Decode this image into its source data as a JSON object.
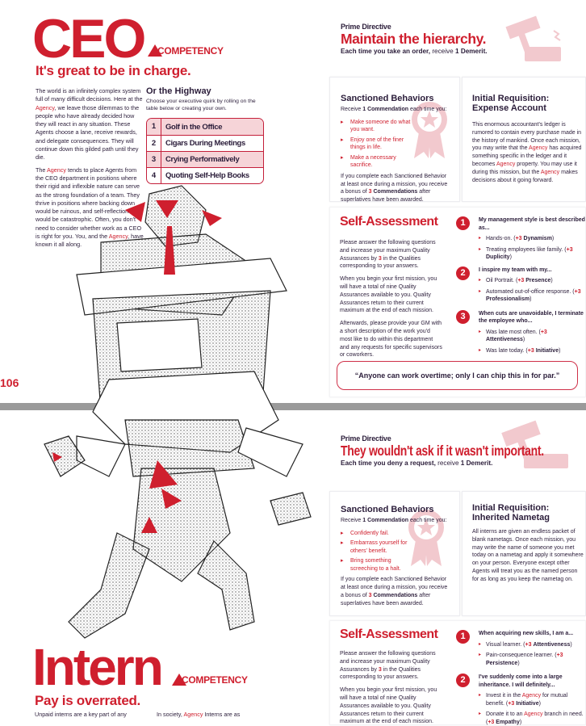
{
  "top_page": {
    "page_number": "106",
    "competency_title": "CEO",
    "competency_label": "COMPETENCY",
    "tagline": "It's great to be in charge.",
    "intro_paragraphs": [
      [
        "The world is an infinitely complex system full of many difficult decisions. Here at the ",
        "Agency",
        ", we leave those dilemmas to the people who have already decided how they will react in any situation. These Agents choose a lane, receive rewards, and delegate consequences. They will continue down this gilded path until they die."
      ],
      [
        "The ",
        "Agency",
        " tends to place Agents from the CEO department in positions where their rigid and inflexible nature can serve as the strong foundation of a team. They thrive in positions where backing down would be ruinous, and self-reflection would be catastrophic. Often, you don't need to consider whether work as a CEO is right for you. You, and the ",
        "Agency",
        ", have known it all along."
      ]
    ],
    "quirk_table": {
      "title": "Or the Highway",
      "description": "Choose your executive quirk by rolling on the table below or creating your own.",
      "rows": [
        {
          "num": "1",
          "text": "Golf in the Office"
        },
        {
          "num": "2",
          "text": "Cigars During Meetings"
        },
        {
          "num": "3",
          "text": "Crying Performatively"
        },
        {
          "num": "4",
          "text": "Quoting Self-Help Books"
        }
      ]
    },
    "prime_directive": {
      "label": "Prime Directive",
      "headline": "Maintain the hierarchy.",
      "sub_a": "Each time you take an order, ",
      "sub_b": "receive ",
      "sub_c": "1 Demerit."
    },
    "sanctioned": {
      "title": "Sanctioned Behaviors",
      "receive_a": "Receive ",
      "receive_b": "1 Commendation",
      "receive_c": " each time you:",
      "items": [
        "Make someone do what you want.",
        "Enjoy one of the finer things in life.",
        "Make a necessary sacrifice."
      ],
      "bonus_a": "If you complete each Sanctioned Behavior at least once during a mission, you receive a bonus of ",
      "bonus_num": "3",
      "bonus_b": " Commendations",
      "bonus_c": " after superlatives have been awarded."
    },
    "requisition": {
      "title_1": "Initial Requisition:",
      "title_2": "Expense Account",
      "text": [
        "This enormous accountant's ledger is rumored to contain every purchase made in the history of mankind. Once each mission, you may write that the ",
        "Agency",
        " has acquired something specific in the ledger and it becomes ",
        "Agency",
        " property. You may use it during this mission, but the ",
        "Agency",
        " makes decisions about it going forward."
      ]
    },
    "self_assessment": {
      "title": "Self-Assessment",
      "p1_a": "Please answer the following questions and increase your maximum Quality Assurances by ",
      "p1_num": "3",
      "p1_b": " in the Qualities corresponding to your answers.",
      "p2": "When you begin your first mission, you will have a total of nine Quality Assurances available to you. Quality Assurances return to their current maximum at the end of each mission.",
      "p3": "Afterwards, please provide your GM with a short description of the work you'd most like to do within this department and any requests for specific supervisors or coworkers.",
      "questions": [
        {
          "num": "1",
          "text": "My management style is best described as...",
          "options": [
            {
              "text": "Hands-on.",
              "bonus": "+3",
              "quality": "Dynamism"
            },
            {
              "text": "Treating employees like family.",
              "bonus": "+3",
              "quality": "Duplicity"
            }
          ]
        },
        {
          "num": "2",
          "text": "I inspire my team with my...",
          "options": [
            {
              "text": "Oil Portrait.",
              "bonus": "+3",
              "quality": "Presence"
            },
            {
              "text": "Automated out-of-office response.",
              "bonus": "+3",
              "quality": "Professionalism"
            }
          ]
        },
        {
          "num": "3",
          "text": "When cuts are unavoidable, I terminate the employee who...",
          "options": [
            {
              "text": "Was late most often.",
              "bonus": "+3",
              "quality": "Attentiveness"
            },
            {
              "text": "Was late today.",
              "bonus": "+3",
              "quality": "Initiative"
            }
          ]
        }
      ]
    },
    "quote": "“Anyone can work overtime; only I can chip this in for par.”"
  },
  "bottom_page": {
    "competency_title": "Intern",
    "competency_label": "COMPETENCY",
    "tagline": "Pay is overrated.",
    "body_col1": "Unpaid interns are a key part of any",
    "body_col2_a": "In society, ",
    "body_col2_b": "Agency",
    "body_col2_c": " Interns are as",
    "prime_directive": {
      "label": "Prime Directive",
      "headline": "They wouldn't ask if it wasn't important.",
      "sub_a": "Each time you deny a request, ",
      "sub_b": "receive ",
      "sub_c": "1 Demerit."
    },
    "sanctioned": {
      "title": "Sanctioned Behaviors",
      "receive_a": "Receive ",
      "receive_b": "1 Commendation",
      "receive_c": " each time you:",
      "items": [
        "Confidently fail.",
        "Embarrass yourself for others' benefit.",
        "Bring something screeching to a halt."
      ],
      "bonus_a": "If you complete each Sanctioned Behavior at least once during a mission, you receive a bonus of ",
      "bonus_num": "3",
      "bonus_b": " Commendations",
      "bonus_c": " after superlatives have been awarded."
    },
    "requisition": {
      "title_1": "Initial Requisition:",
      "title_2": "Inherited Nametag",
      "text": "All interns are given an endless packet of blank nametags. Once each mission, you may write the name of someone you met today on a nametag and apply it somewhere on your person. Everyone except other Agents will treat you as the named person for as long as you keep the nametag on."
    },
    "self_assessment": {
      "title": "Self-Assessment",
      "p1_a": "Please answer the following questions and increase your maximum Quality Assurances by ",
      "p1_num": "3",
      "p1_b": " in the Qualities corresponding to your answers.",
      "p2": "When you begin your first mission, you will have a total of nine Quality Assurances available to you. Quality Assurances return to their current maximum at the end of each mission.",
      "questions": [
        {
          "num": "1",
          "text": "When acquiring new skills, I am a...",
          "options": [
            {
              "text": "Visual learner.",
              "bonus": "+3",
              "quality": "Attentiveness"
            },
            {
              "text": "Pain-consequence learner.",
              "bonus": "+3",
              "quality": "Persistence"
            }
          ]
        },
        {
          "num": "2",
          "text": "I've suddenly come into a large inheritance. I will definitely...",
          "options": [
            {
              "text_a": "Invest it in the ",
              "agency": "Agency",
              "text_b": " for mutual benefit.",
              "bonus": "+3",
              "quality": "Initiative"
            },
            {
              "text_a": "Donate it to an ",
              "agency": "Agency",
              "text_b": " branch in need.",
              "bonus": "+3",
              "quality": "Empathy"
            }
          ]
        }
      ]
    }
  },
  "colors": {
    "accent": "#cf1f2e",
    "text": "#2b1d3a",
    "pale_accent": "#f2c9ce",
    "divider": "#9a9a9a"
  },
  "icons": [
    "gavel-icon",
    "ribbon-medal-icon",
    "competency-triangle-icon"
  ]
}
